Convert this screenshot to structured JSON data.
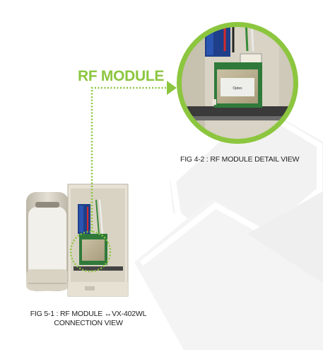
{
  "callout": {
    "label": "RF MODULE",
    "color": "#8cc63f"
  },
  "captions": {
    "detail_view": "FIG 4-2 : RF MODULE  DETAIL VIEW",
    "connection_view_line1": "FIG 5-1 : RF MODULE ↔VX-402WL",
    "connection_view_line2": "CONNECTION VIEW"
  },
  "module_label": {
    "brand": "Optex"
  }
}
